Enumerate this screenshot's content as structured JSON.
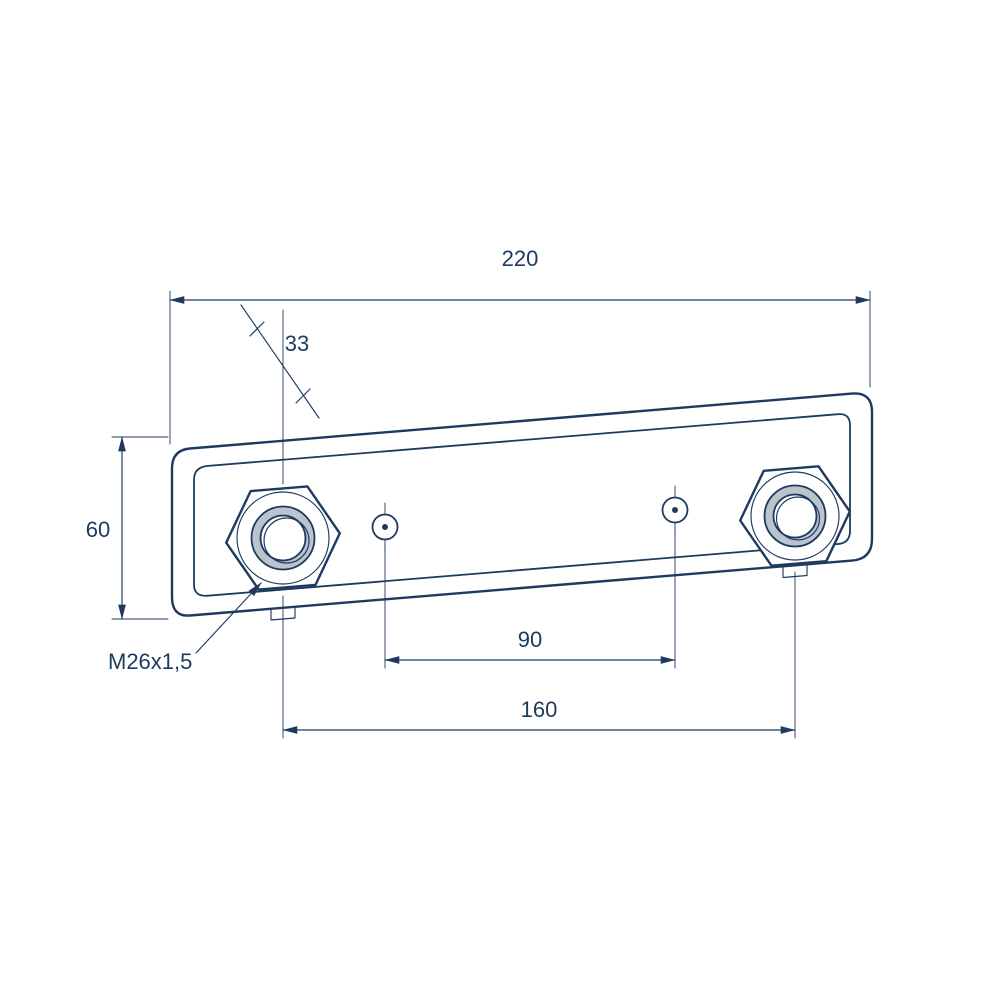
{
  "drawing": {
    "dimensions": {
      "overall_width": "220",
      "nut_edge_offset": "33",
      "overall_height": "60",
      "hole_spacing": "90",
      "nut_spacing": "160"
    },
    "labels": {
      "thread_size": "M26x1,5"
    },
    "colors": {
      "line": "#1e3a5e",
      "background": "#ffffff"
    }
  }
}
